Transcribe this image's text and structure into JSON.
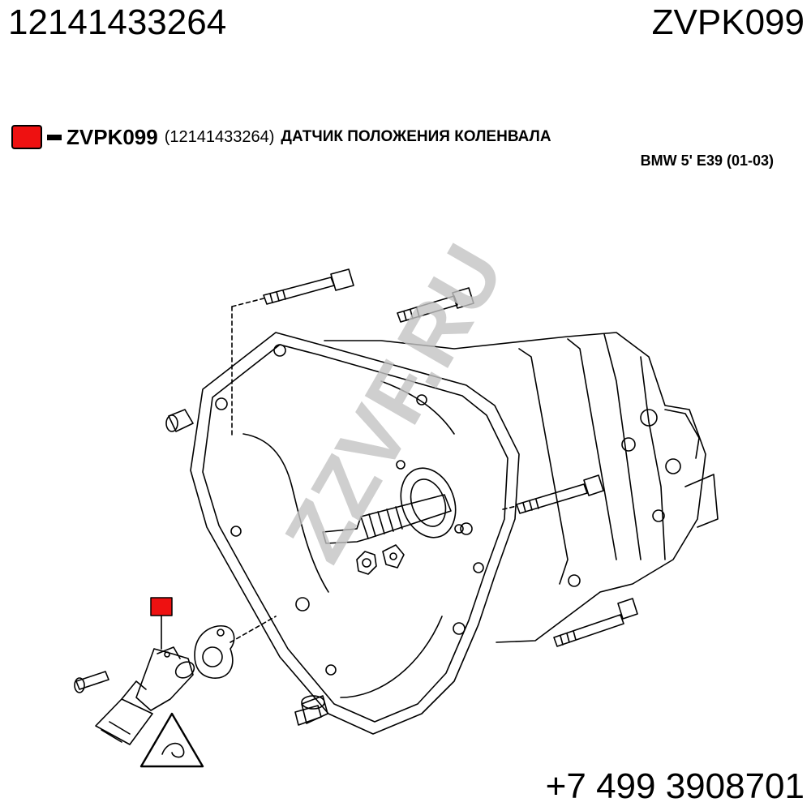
{
  "header": {
    "oem_number": "12141433264",
    "part_code": "ZVPK099"
  },
  "legend": {
    "marker_color": "#ee1111",
    "code": "ZVPK099",
    "oem_in_parens": "(12141433264)",
    "description": "ДАТЧИК ПОЛОЖЕНИЯ КОЛЕНВАЛА",
    "vehicle": "BMW 5' E39 (01-03)"
  },
  "diagram": {
    "watermark": "ZZVF.RU",
    "highlight_color": "#ee1111",
    "icons": [
      "transmission-housing",
      "bolt",
      "sensor",
      "gasket",
      "nut",
      "washer",
      "plug",
      "dowel",
      "connector",
      "hazard-warning"
    ]
  },
  "footer": {
    "phone": "+7 499 3908701"
  }
}
